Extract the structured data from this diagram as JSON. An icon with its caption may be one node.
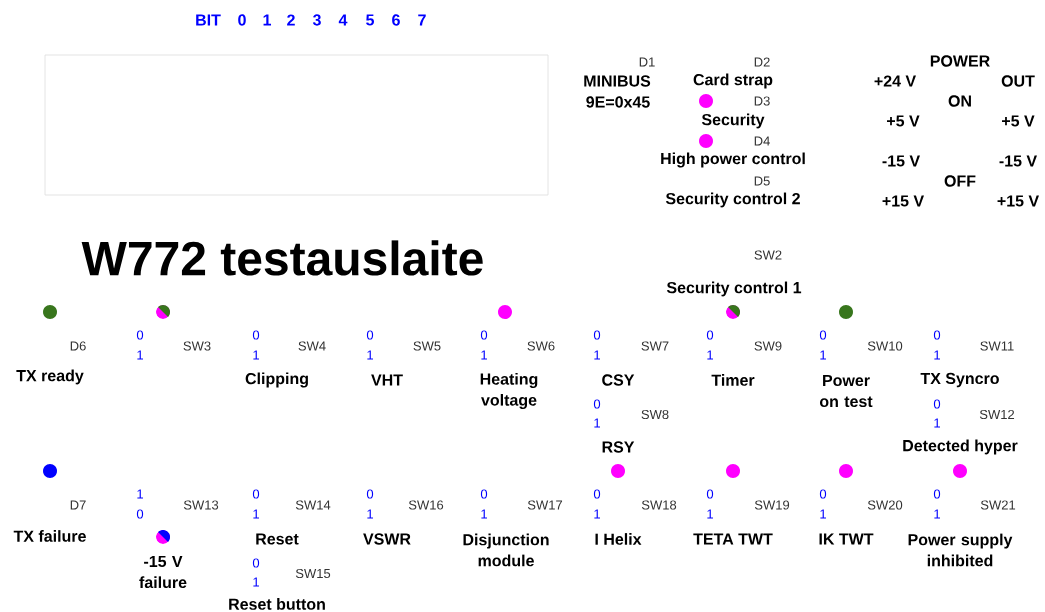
{
  "diagram": {
    "title": "W772 testauslaite",
    "nodes": [
      {
        "text": [],
        "shape": "box"
      }
    ],
    "labels": [
      "BIT",
      "0",
      "1",
      "2",
      "3",
      "4",
      "5",
      "6",
      "7",
      "D1",
      "D2",
      "POWER",
      "MINIBUS",
      "Card strap",
      "+24 V",
      "OUT",
      "9E=0x45",
      "D3",
      "ON",
      "Security",
      "+5 V",
      "+5 V",
      "D4",
      "High power control",
      "-15 V",
      "-15 V",
      "D5",
      "OFF",
      "Security control 2",
      "+15 V",
      "+15 V",
      "SW2",
      "Security control 1",
      "D6",
      "TX ready",
      "0",
      "1",
      "SW3",
      "0",
      "1",
      "SW4",
      "Clipping",
      "0",
      "1",
      "SW5",
      "VHT",
      "0",
      "1",
      "SW6",
      "Heating voltage",
      "0",
      "1",
      "SW7",
      "CSY",
      "0",
      "1",
      "SW9",
      "Timer",
      "0",
      "1",
      "SW10",
      "Power on test",
      "0",
      "1",
      "SW11",
      "TX Syncro",
      "0",
      "1",
      "SW8",
      "RSY",
      "0",
      "1",
      "SW12",
      "Detected hyper",
      "D7",
      "TX failure",
      "1",
      "0",
      "SW13",
      "-15 V failure",
      "0",
      "1",
      "SW14",
      "Reset",
      "0",
      "1",
      "SW15",
      "Reset button",
      "0",
      "1",
      "SW16",
      "VSWR",
      "0",
      "1",
      "SW17",
      "Disjunction module",
      "0",
      "1",
      "SW18",
      "I Helix",
      "0",
      "1",
      "SW19",
      "TETA TWT",
      "0",
      "1",
      "SW20",
      "IK TWT",
      "0",
      "1",
      "SW21",
      "Power supply inhibited"
    ]
  }
}
